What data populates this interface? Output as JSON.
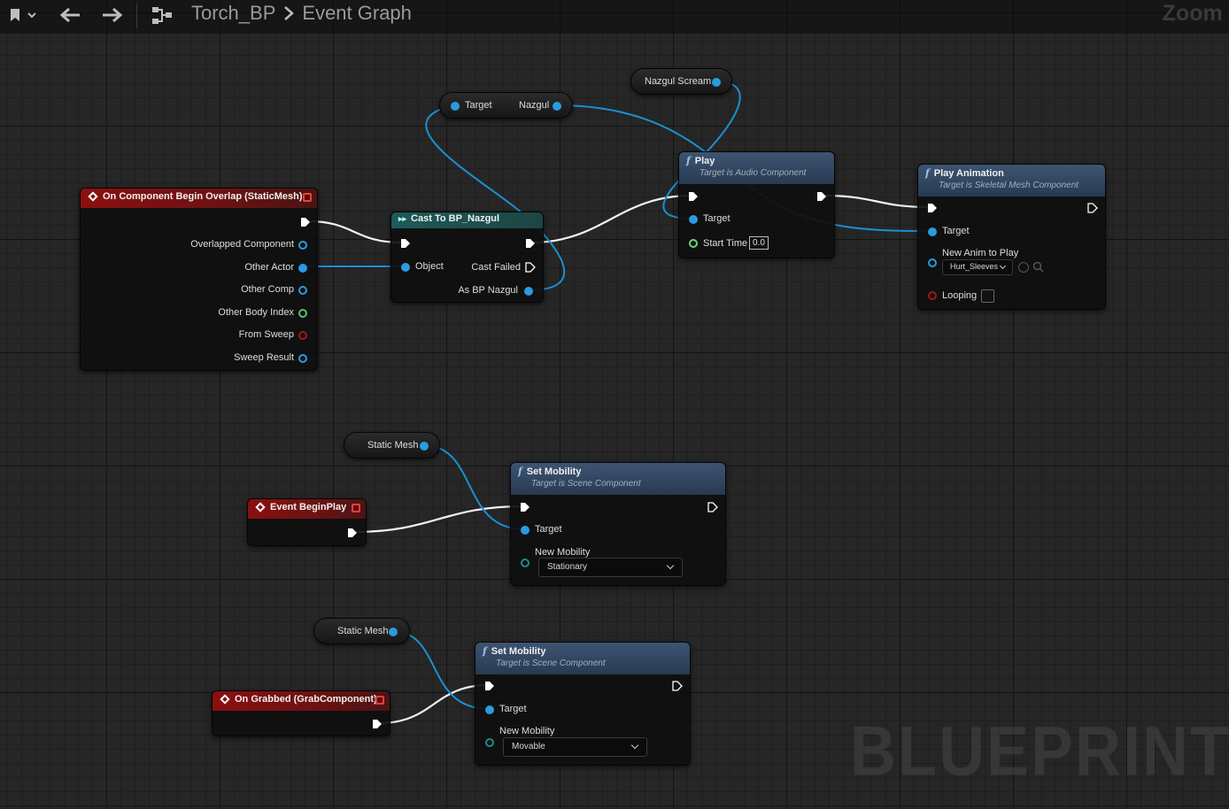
{
  "breadcrumb": {
    "blueprint": "Torch_BP",
    "graph": "Event Graph"
  },
  "zoom_label": "Zoom -",
  "watermark": "BLUEPRINT",
  "colors": {
    "object_pin": "#2a9be0",
    "exec": "#ffffff",
    "event_header": "#8b1010",
    "function_header": "#3d5472"
  },
  "nodes": {
    "overlap_event": {
      "title": "On Component Begin Overlap (StaticMesh)",
      "pins": [
        "Overlapped Component",
        "Other Actor",
        "Other Comp",
        "Other Body Index",
        "From Sweep",
        "Sweep Result"
      ]
    },
    "cast": {
      "title": "Cast To BP_Nazgul",
      "object_label": "Object",
      "failed_label": "Cast Failed",
      "as_label": "As BP Nazgul"
    },
    "get_target": {
      "left": "Target",
      "right": "Nazgul"
    },
    "nazgul_scream": {
      "label": "Nazgul Scream"
    },
    "play": {
      "title": "Play",
      "subtitle": "Target is Audio Component",
      "target_label": "Target",
      "start_time_label": "Start Time",
      "start_time_value": "0.0"
    },
    "play_anim": {
      "title": "Play Animation",
      "subtitle": "Target is Skeletal Mesh Component",
      "target_label": "Target",
      "anim_label": "New Anim to Play",
      "anim_value": "Hurt_Sleeves",
      "looping_label": "Looping"
    },
    "static_mesh_1": {
      "label": "Static Mesh"
    },
    "begin_play": {
      "title": "Event BeginPlay"
    },
    "set_mobility_1": {
      "title": "Set Mobility",
      "subtitle": "Target is Scene Component",
      "target_label": "Target",
      "mobility_label": "New Mobility",
      "mobility_value": "Stationary"
    },
    "static_mesh_2": {
      "label": "Static Mesh"
    },
    "grabbed": {
      "title": "On Grabbed (GrabComponent)"
    },
    "set_mobility_2": {
      "title": "Set Mobility",
      "subtitle": "Target is Scene Component",
      "target_label": "Target",
      "mobility_label": "New Mobility",
      "mobility_value": "Movable"
    }
  }
}
